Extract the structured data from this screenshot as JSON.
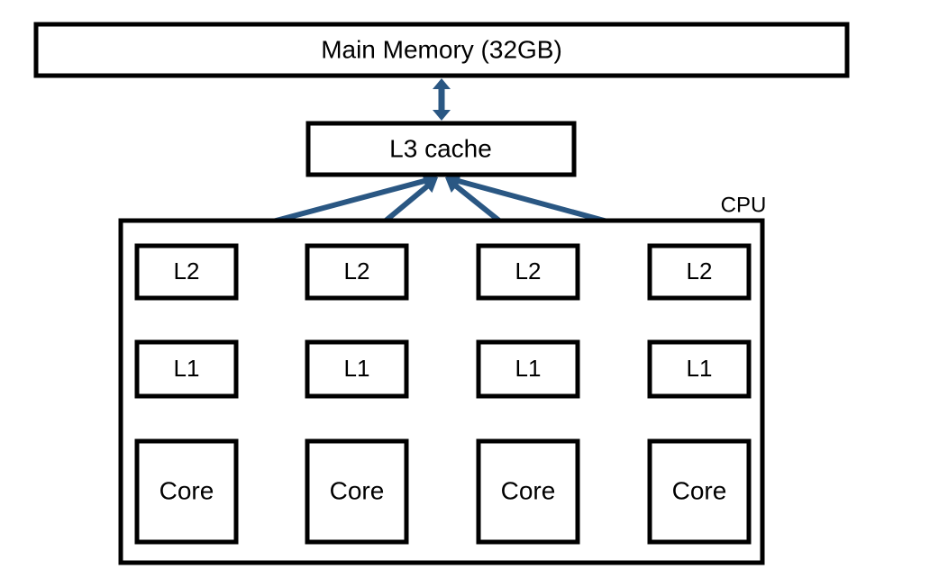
{
  "diagram": {
    "main_memory": "Main Memory (32GB)",
    "l3": "L3 cache",
    "cpu": "CPU",
    "cores": [
      {
        "l2": "L2",
        "l1": "L1",
        "core": "Core"
      },
      {
        "l2": "L2",
        "l1": "L1",
        "core": "Core"
      },
      {
        "l2": "L2",
        "l1": "L1",
        "core": "Core"
      },
      {
        "l2": "L2",
        "l1": "L1",
        "core": "Core"
      }
    ]
  },
  "colors": {
    "arrow": "#2a5783",
    "box_stroke": "#000000",
    "background": "#ffffff"
  }
}
